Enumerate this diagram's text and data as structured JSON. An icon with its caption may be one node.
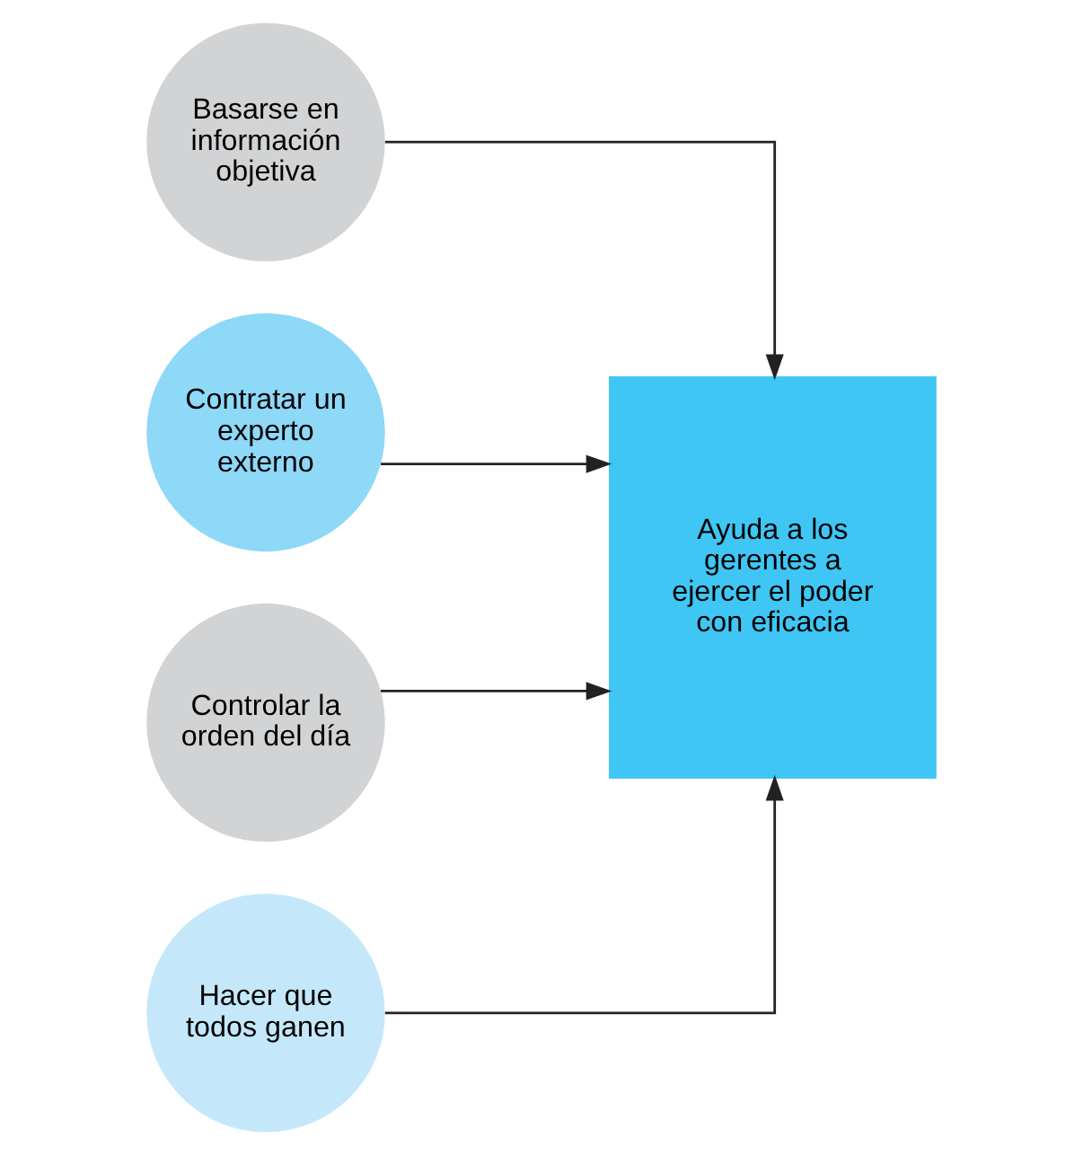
{
  "diagram": {
    "nodes": [
      {
        "text": [
          "Basarse en información objetiva"
        ]
      },
      {
        "text": [
          "Contratar un experto externo"
        ]
      },
      {
        "text": [
          "Controlar la orden del día"
        ]
      },
      {
        "text": [
          "Hacer que todos ganen"
        ]
      },
      {
        "text": [
          "Ayuda a los gerentes a ejercer el poder con eficacia"
        ]
      }
    ],
    "edges": [
      {
        "from": 0,
        "to": 4,
        "arrow": "to"
      },
      {
        "from": 1,
        "to": 4,
        "arrow": "to"
      },
      {
        "from": 2,
        "to": 4,
        "arrow": "to"
      },
      {
        "from": 3,
        "to": 4,
        "arrow": "to"
      }
    ]
  }
}
